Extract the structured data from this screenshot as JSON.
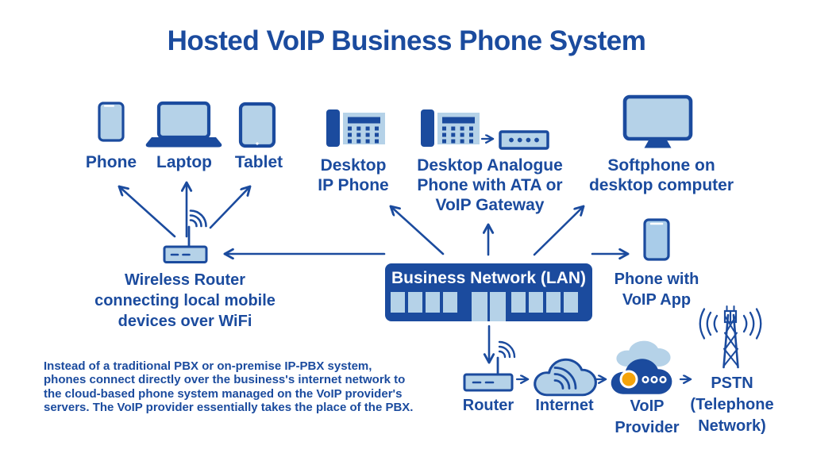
{
  "title": "Hosted VoIP Business Phone System",
  "colors": {
    "dark_blue": "#1b4b9e",
    "light_blue": "#b5d2e8",
    "mid_blue": "#a9cce9",
    "orange": "#f4a30a",
    "white": "#ffffff"
  },
  "devices": {
    "phone": "Phone",
    "laptop": "Laptop",
    "tablet": "Tablet",
    "desktop_ip_phone": "Desktop\nIP Phone",
    "desktop_analogue": "Desktop Analogue\nPhone with ATA or\nVoIP Gateway",
    "softphone": "Softphone on\ndesktop computer",
    "phone_voip_app": "Phone with\nVoIP App"
  },
  "network": {
    "wireless_router": "Wireless Router\nconnecting local mobile\ndevices over WiFi",
    "lan": "Business Network (LAN)"
  },
  "bottom_chain": {
    "router": "Router",
    "internet": "Internet",
    "voip_provider": "VoIP\nProvider",
    "pstn": "PSTN\n(Telephone\nNetwork)"
  },
  "description": "Instead of a traditional PBX or on-premise IP-PBX system,\nphones connect directly over the business's internet network to\nthe cloud-based phone system managed on the VoIP provider's\nservers. The VoIP provider essentially takes the place of the PBX.",
  "icons": [
    "phone-icon",
    "laptop-icon",
    "tablet-icon",
    "desktop-ip-phone-icon",
    "analogue-phone-icon",
    "ata-icon",
    "monitor-icon",
    "wireless-router-icon",
    "lan-switch-icon",
    "phone-voip-icon",
    "router-icon",
    "internet-cloud-icon",
    "voip-provider-cloud-icon",
    "pstn-tower-icon"
  ]
}
